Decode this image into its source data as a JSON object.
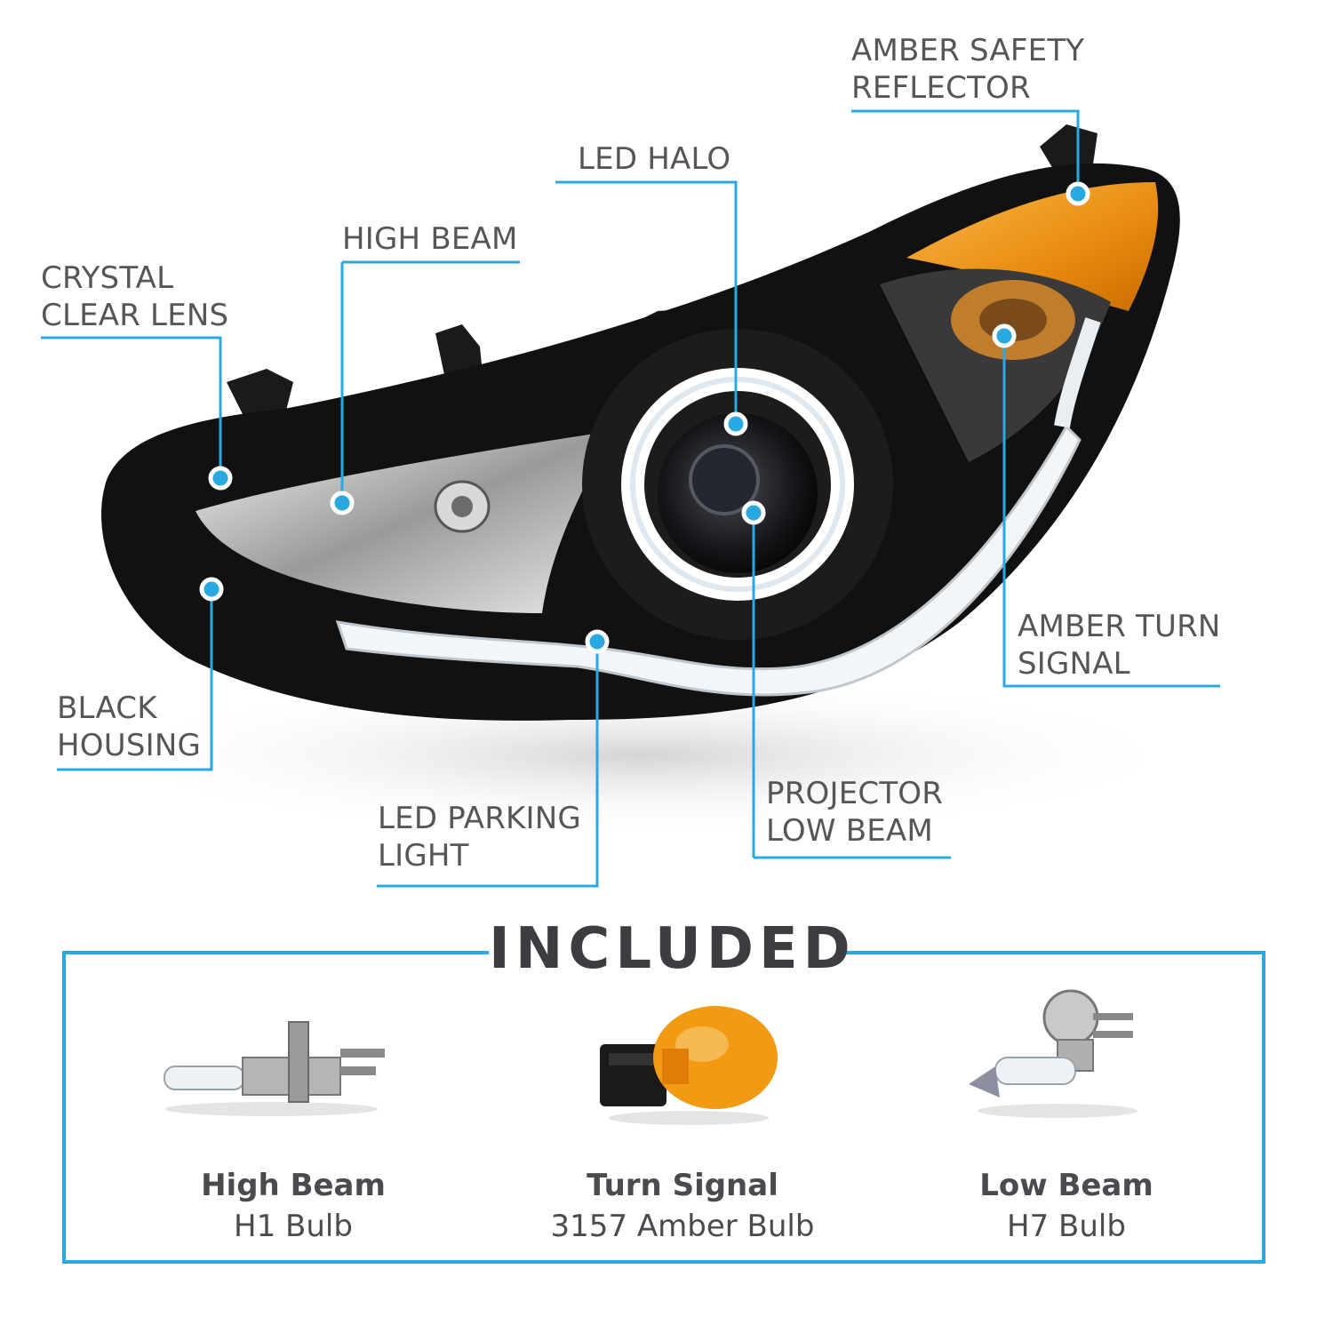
{
  "callouts": {
    "crystal_clear_lens": [
      "CRYSTAL",
      "CLEAR LENS"
    ],
    "high_beam": [
      "HIGH BEAM"
    ],
    "led_halo": [
      "LED HALO"
    ],
    "amber_safety_reflector": [
      "AMBER SAFETY",
      "REFLECTOR"
    ],
    "amber_turn_signal": [
      "AMBER TURN",
      "SIGNAL"
    ],
    "black_housing": [
      "BLACK",
      "HOUSING"
    ],
    "led_parking_light": [
      "LED PARKING",
      "LIGHT"
    ],
    "projector_low_beam": [
      "PROJECTOR",
      "LOW BEAM"
    ]
  },
  "included": {
    "title": "INCLUDED",
    "items": [
      {
        "name": "High Beam",
        "type": "H1 Bulb"
      },
      {
        "name": "Turn Signal",
        "type": "3157 Amber Bulb"
      },
      {
        "name": "Low Beam",
        "type": "H7 Bulb"
      }
    ]
  },
  "colors": {
    "accent": "#2aa8e0",
    "text": "#55565a",
    "amber": "#f0a020",
    "housing": "#111111"
  }
}
